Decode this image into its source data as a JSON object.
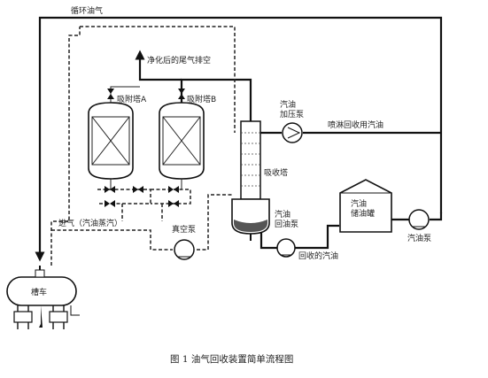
{
  "diagram": {
    "labels": {
      "recycle_gas": "循环油气",
      "purified_exhaust": "净化后的尾气排空",
      "adsorber_a": "吸附塔A",
      "adsorber_b": "吸附塔B",
      "gasoline_booster_pump": "汽油\n加压泵",
      "spray_recovery": "喷淋回收用汽油",
      "absorption_tower": "吸收塔",
      "gasoline_storage": "汽油\n储油罐",
      "gasoline_return_pump": "汽油\n回油泵",
      "inlet_gas": "进气（汽油蒸汽）",
      "vacuum_pump": "真空泵",
      "recovered_gasoline": "回收的汽油",
      "gasoline_pump": "汽油泵",
      "tank_truck": "槽车"
    },
    "caption": "图 1   油气回收装置简单流程图"
  }
}
